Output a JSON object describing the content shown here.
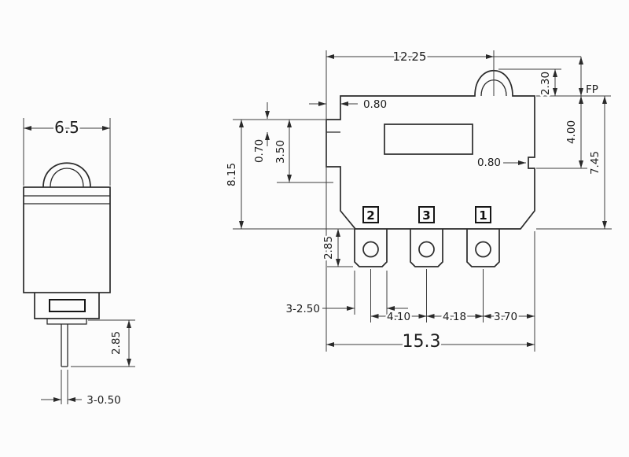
{
  "meta": {
    "background": "#fcfcfc",
    "ink": "#2a2a2a"
  },
  "side_view": {
    "width": "6.5",
    "pin_length": "2.85",
    "pin_size": "3-0.50"
  },
  "front_view": {
    "top_width": "12.25",
    "top_step": "0.80",
    "dome_height": "2.30",
    "fp": "FP",
    "left_step": "0.70",
    "left_upper": "3.50",
    "left_height": "8.15",
    "notch": "0.80",
    "fp_depth": "4.00",
    "right_height": "7.45",
    "terminal_height": "2.85",
    "terminal_width": "3-2.50",
    "pitch_left": "4.10",
    "pitch_right": "4.18",
    "edge_offset": "3.70",
    "total_width": "15.3",
    "terminal_numbers": [
      "2",
      "3",
      "1"
    ]
  }
}
